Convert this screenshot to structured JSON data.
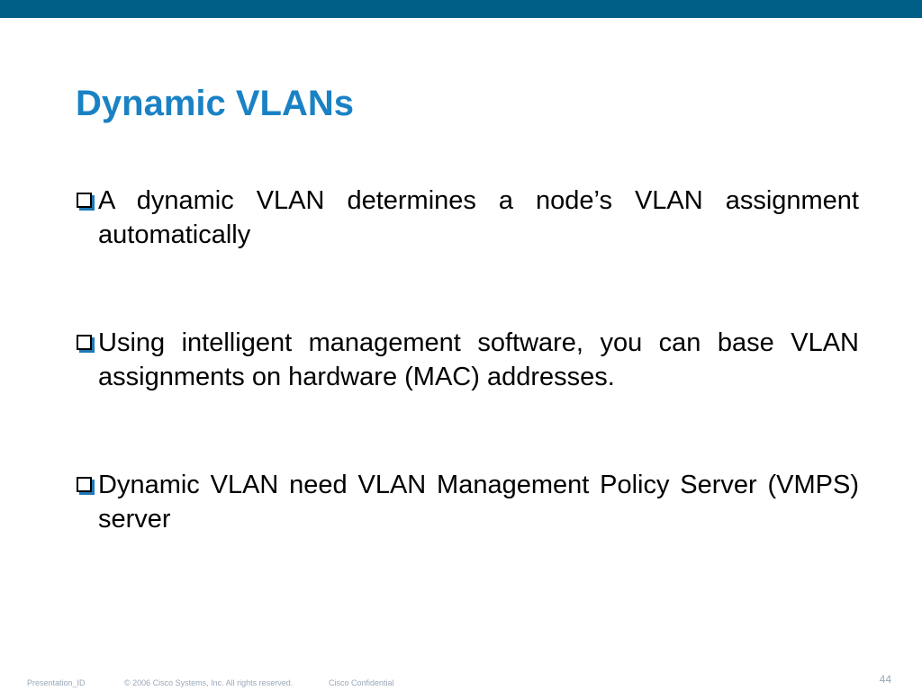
{
  "slide": {
    "title": "Dynamic VLANs",
    "bullets": [
      {
        "icon": "checkbox-square-icon",
        "text": "A dynamic VLAN determines a node’s VLAN assignment automatically"
      },
      {
        "icon": "checkbox-square-icon",
        "text": "Using intelligent management software, you can base VLAN assignments on hardware (MAC) addresses."
      },
      {
        "icon": "checkbox-square-icon",
        "text": "Dynamic VLAN need VLAN Management Policy Server (VMPS) server"
      }
    ]
  },
  "footer": {
    "presentation_id": "Presentation_ID",
    "copyright": "© 2006 Cisco Systems, Inc. All rights reserved.",
    "confidential": "Cisco Confidential",
    "page_number": "44"
  },
  "colors": {
    "top_bar": "#005f87",
    "title": "#1a82c4",
    "body_text": "#000000",
    "footer_text": "#9aa7b8",
    "page_number": "#9aa7b8"
  }
}
